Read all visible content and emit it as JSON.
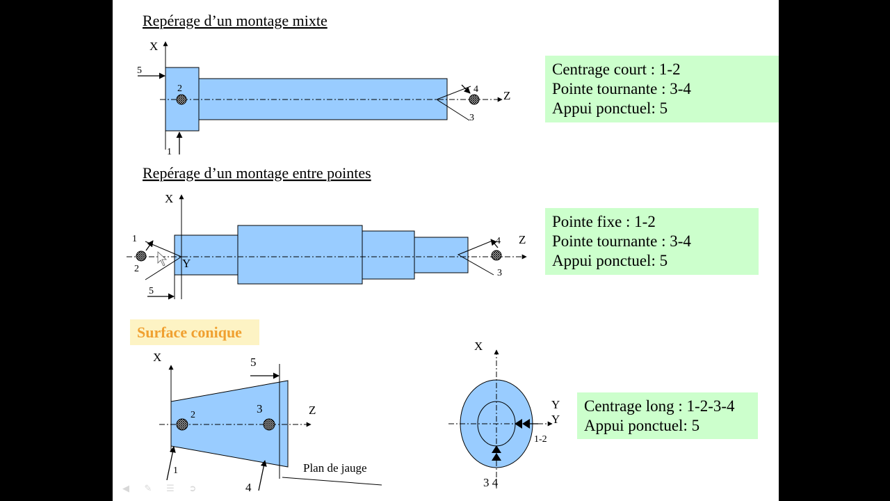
{
  "section1": {
    "title": "Repérage d’un montage mixte",
    "axis_x": "X",
    "axis_z": "Z",
    "num_1": "1",
    "num_2": "2",
    "num_3": "3",
    "num_4": "4",
    "num_5": "5",
    "info_lines": [
      "Centrage court : 1-2",
      "Pointe tournante : 3-4",
      "Appui ponctuel: 5"
    ]
  },
  "section2": {
    "title": "Repérage d’un montage entre pointes",
    "axis_x": "X",
    "axis_y": "Y",
    "axis_z": "Z",
    "num_1": "1",
    "num_2": "2",
    "num_3": "3",
    "num_4": "4",
    "num_5": "5",
    "info_lines": [
      "Pointe fixe : 1-2",
      "Pointe tournante : 3-4",
      "Appui ponctuel: 5"
    ]
  },
  "section3": {
    "title": "Surface conique",
    "axis_x": "X",
    "axis_z": "Z",
    "num_1": "1",
    "num_2": "2",
    "num_3": "3",
    "num_4": "4",
    "num_5": "5",
    "plan_label": "Plan de jauge",
    "end_axis_x": "X",
    "end_axis_y1": "Y",
    "end_axis_y2": "Y",
    "end_label_12": "1-2",
    "end_label_34": "3 4",
    "info_lines": [
      "Centrage long : 1-2-3-4",
      "Appui ponctuel: 5"
    ]
  },
  "colors": {
    "part_fill": "#99ccff",
    "info_box": "#ccffcc",
    "highlight_bg": "#fdf3c4",
    "highlight_text": "#f0a030"
  },
  "icons": [
    "nav-back-icon",
    "pen-icon",
    "menu-icon",
    "nav-forward-icon"
  ]
}
